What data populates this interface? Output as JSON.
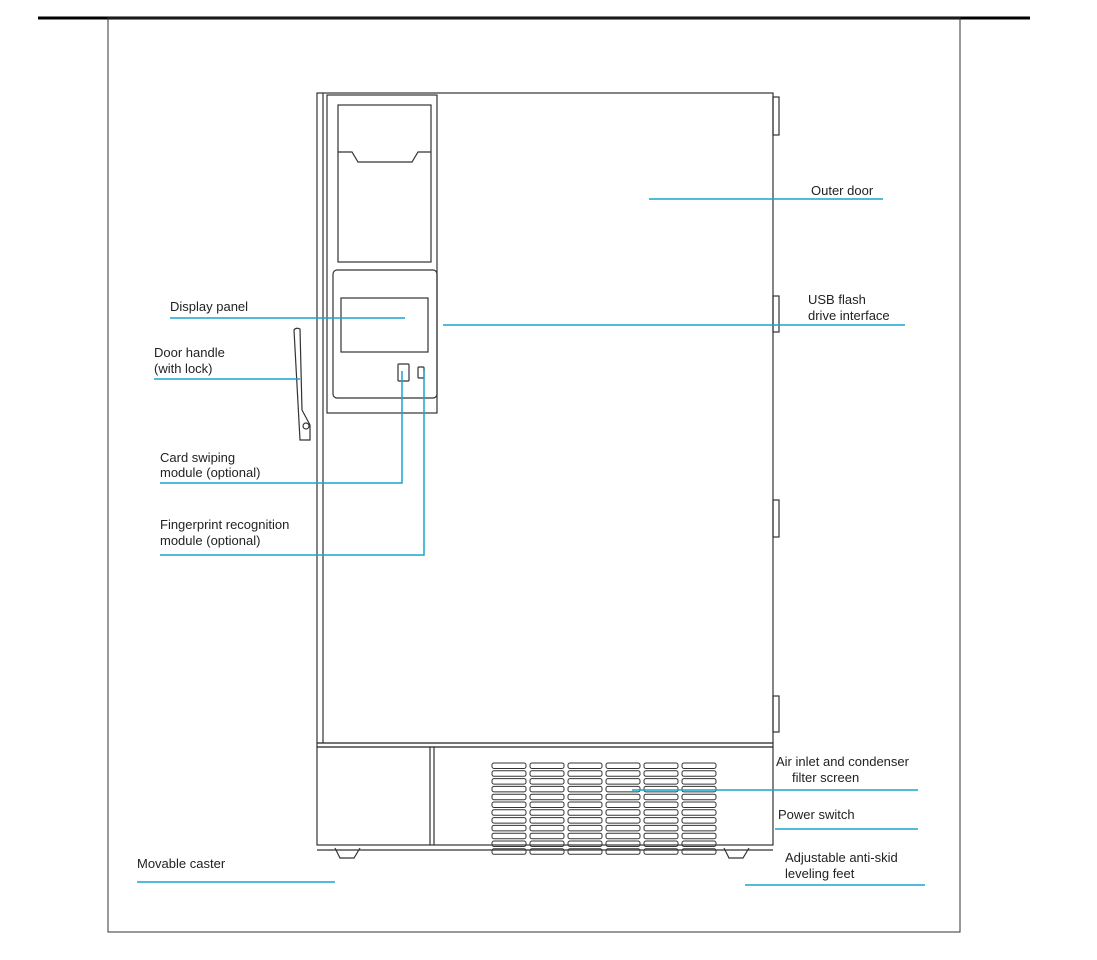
{
  "labels": {
    "outer_door": "Outer door",
    "display_panel": "Display panel",
    "usb_1": "USB flash",
    "usb_2": "drive interface",
    "door_handle_1": "Door handle",
    "door_handle_2": "(with lock)",
    "card_1": "Card swiping",
    "card_2": "module (optional)",
    "finger_1": "Fingerprint recognition",
    "finger_2": "module (optional)",
    "air_1": "Air inlet and condenser",
    "air_2": "filter screen",
    "power": "Power switch",
    "caster": "Movable caster",
    "feet_1": "Adjustable anti-skid",
    "feet_2": "leveling feet"
  },
  "colors": {
    "leader": "#1ba3cf",
    "outline": "#333333"
  }
}
